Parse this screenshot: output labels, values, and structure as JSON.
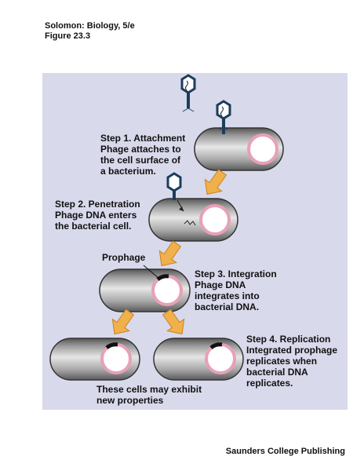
{
  "header": {
    "line1": "Solomon: Biology, 5/e",
    "line2": "Figure 23.3"
  },
  "steps": [
    {
      "title": "Step 1. Attachment",
      "lines": [
        "Phage attaches to",
        "the cell surface of",
        "a bacterium."
      ]
    },
    {
      "title": "Step 2. Penetration",
      "lines": [
        "Phage DNA enters",
        "the bacterial cell."
      ]
    },
    {
      "title": "Step 3. Integration",
      "lines": [
        "Phage DNA",
        "integrates into",
        "bacterial DNA."
      ]
    },
    {
      "title": "Step 4. Replication",
      "lines": [
        "Integrated prophage",
        "replicates when",
        "bacterial DNA",
        "replicates."
      ]
    }
  ],
  "labels": {
    "prophage": "Prophage",
    "caption_1": "These cells may exhibit",
    "caption_2": "new properties"
  },
  "footer": {
    "publisher": "Saunders College Publishing"
  },
  "colors": {
    "panel": "#d9d9ec",
    "cell": "#bfbfbf",
    "chromosome": "#e8a0b8",
    "phage": "#1b3d5c",
    "arrow": "#f0b04c"
  }
}
